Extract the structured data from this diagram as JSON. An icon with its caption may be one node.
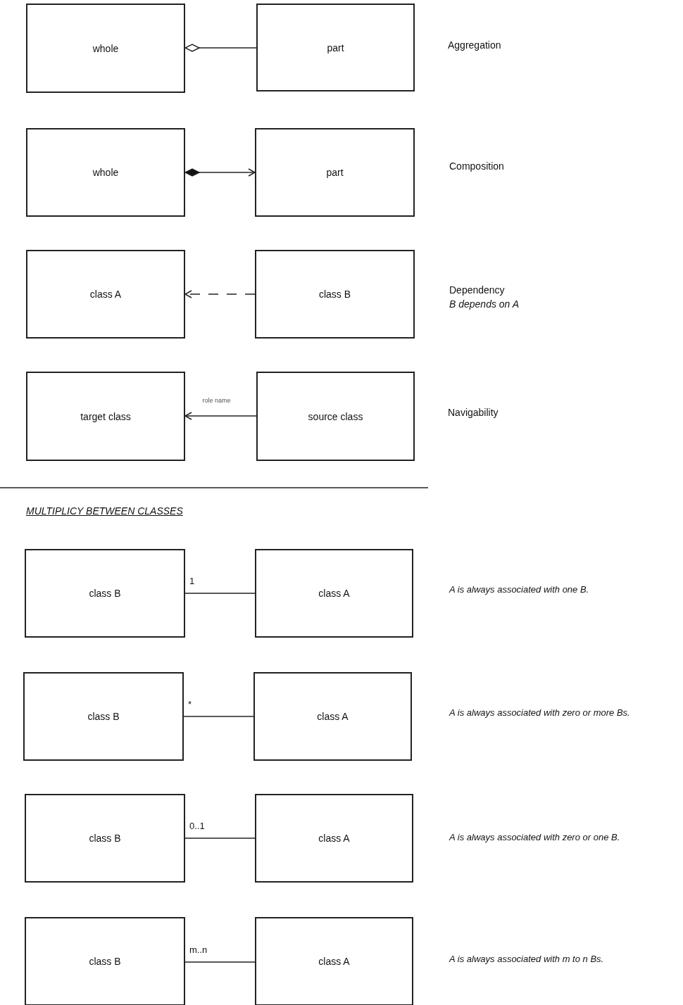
{
  "diagram": {
    "nodes": [
      {
        "text": [
          "whole"
        ]
      },
      {
        "text": [
          "part"
        ]
      },
      {
        "text": [
          "whole"
        ]
      },
      {
        "text": [
          "part"
        ]
      },
      {
        "text": [
          "class A"
        ]
      },
      {
        "text": [
          "class B"
        ]
      },
      {
        "text": [
          "target class"
        ]
      },
      {
        "text": [
          "source class"
        ]
      },
      {
        "text": [
          "class B"
        ]
      },
      {
        "text": [
          "class A"
        ]
      },
      {
        "text": [
          "class B"
        ]
      },
      {
        "text": [
          "class A"
        ]
      },
      {
        "text": [
          "class B"
        ]
      },
      {
        "text": [
          "class A"
        ]
      },
      {
        "text": [
          "class B"
        ]
      },
      {
        "text": [
          "class A"
        ]
      }
    ],
    "edges": [
      {
        "from": 0,
        "to": 1,
        "arrow": "other"
      },
      {
        "from": 2,
        "to": 3,
        "arrow": "to"
      },
      {
        "from": 5,
        "to": 4,
        "arrow": "to",
        "style": "dashed"
      },
      {
        "from": 7,
        "to": 6,
        "arrow": "to",
        "label": "role name"
      },
      {
        "from": 8,
        "to": 9,
        "arrow": "none",
        "label": "1"
      },
      {
        "from": 10,
        "to": 11,
        "arrow": "none",
        "label": "*"
      },
      {
        "from": 12,
        "to": 13,
        "arrow": "none",
        "label": "0..1"
      },
      {
        "from": 14,
        "to": 15,
        "arrow": "none",
        "label": "m..n"
      }
    ],
    "labels": [
      "Aggregation",
      "Composition",
      "Dependency",
      "B depends on A",
      "Navigability",
      "MULTIPLICY BETWEEN CLASSES",
      "A is always associated with one B.",
      "A is always associated with zero or more Bs.",
      "A is always associated with zero or one B.",
      "A is always associated with m to n Bs."
    ]
  }
}
